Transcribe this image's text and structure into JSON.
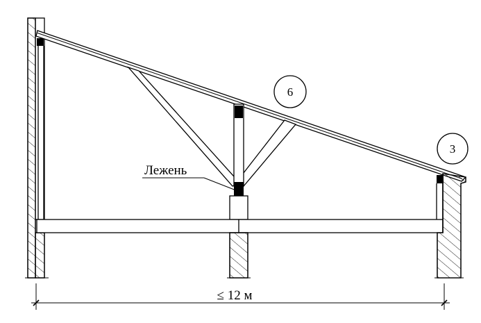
{
  "labels": {
    "lezhen": "Лежень",
    "callout_6": "6",
    "callout_3": "3",
    "span": "≤ 12 м"
  },
  "colors": {
    "line": "#000000",
    "background": "#ffffff"
  }
}
